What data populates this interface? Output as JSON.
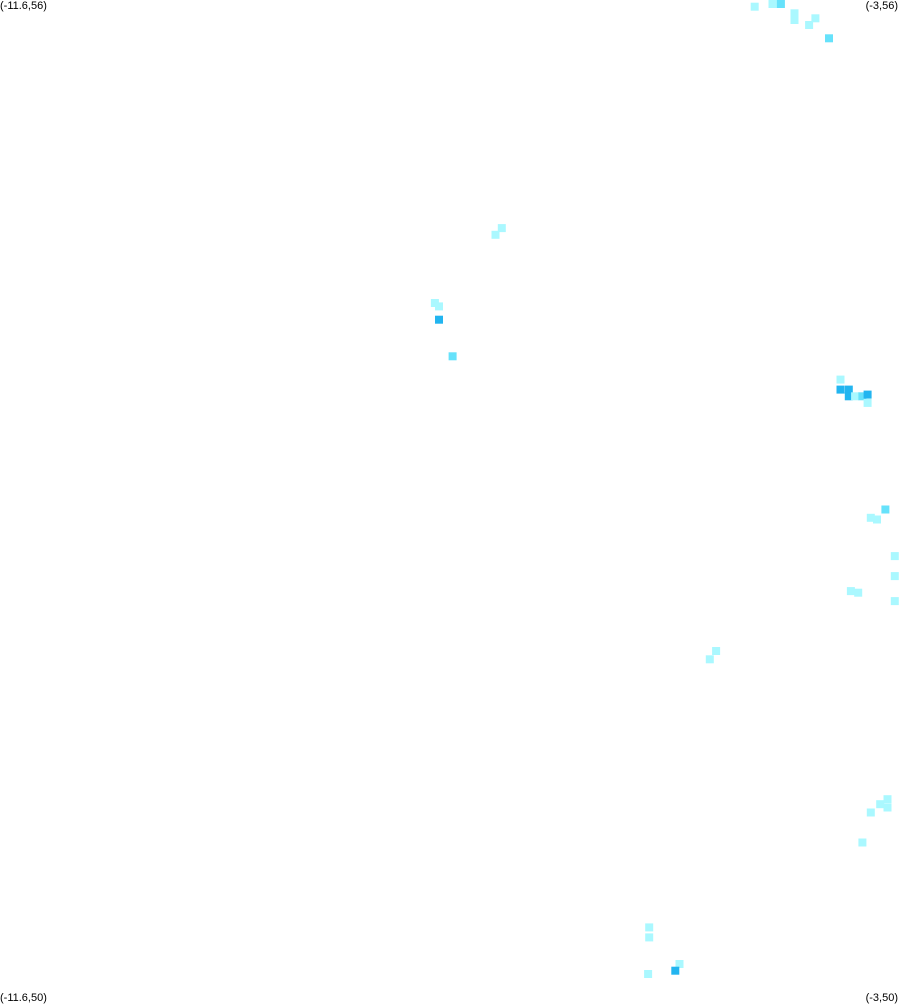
{
  "corners": {
    "top_left": "(-11.6,56)",
    "top_right": "(-3,56)",
    "bottom_left": "(-11.6,50)",
    "bottom_right": "(-3,50)"
  },
  "extent": {
    "lon_min": -11.6,
    "lon_max": -3,
    "lat_min": 50,
    "lat_max": 56
  },
  "colors": {
    "light": "#aaf8ff",
    "mid": "#66e2fb",
    "dark": "#22b5f0",
    "background": "#ffffff"
  },
  "cells": [
    {
      "lon": -4.38,
      "lat": 55.96,
      "level": "light"
    },
    {
      "lon": -4.21,
      "lat": 55.99,
      "level": "light"
    },
    {
      "lon": -4.17,
      "lat": 55.99,
      "level": "light"
    },
    {
      "lon": -4.13,
      "lat": 55.99,
      "level": "mid"
    },
    {
      "lon": -4.0,
      "lat": 55.92,
      "level": "light"
    },
    {
      "lon": -4.0,
      "lat": 55.88,
      "level": "light"
    },
    {
      "lon": -3.8,
      "lat": 55.89,
      "level": "light"
    },
    {
      "lon": -3.86,
      "lat": 55.85,
      "level": "light"
    },
    {
      "lon": -3.67,
      "lat": 55.77,
      "level": "mid"
    },
    {
      "lon": -6.8,
      "lat": 54.63,
      "level": "light"
    },
    {
      "lon": -6.86,
      "lat": 54.59,
      "level": "light"
    },
    {
      "lon": -7.44,
      "lat": 54.18,
      "level": "light"
    },
    {
      "lon": -7.4,
      "lat": 54.16,
      "level": "light"
    },
    {
      "lon": -7.4,
      "lat": 54.08,
      "level": "dark"
    },
    {
      "lon": -7.27,
      "lat": 53.86,
      "level": "mid"
    },
    {
      "lon": -3.56,
      "lat": 53.72,
      "level": "light"
    },
    {
      "lon": -3.56,
      "lat": 53.66,
      "level": "dark"
    },
    {
      "lon": -3.48,
      "lat": 53.66,
      "level": "dark"
    },
    {
      "lon": -3.48,
      "lat": 53.62,
      "level": "dark"
    },
    {
      "lon": -3.42,
      "lat": 53.62,
      "level": "light"
    },
    {
      "lon": -3.35,
      "lat": 53.62,
      "level": "mid"
    },
    {
      "lon": -3.3,
      "lat": 53.63,
      "level": "dark"
    },
    {
      "lon": -3.3,
      "lat": 53.58,
      "level": "light"
    },
    {
      "lon": -3.13,
      "lat": 52.94,
      "level": "mid"
    },
    {
      "lon": -3.21,
      "lat": 52.88,
      "level": "light"
    },
    {
      "lon": -3.27,
      "lat": 52.89,
      "level": "light"
    },
    {
      "lon": -3.04,
      "lat": 52.66,
      "level": "light"
    },
    {
      "lon": -3.04,
      "lat": 52.54,
      "level": "light"
    },
    {
      "lon": -3.39,
      "lat": 52.44,
      "level": "light"
    },
    {
      "lon": -3.46,
      "lat": 52.45,
      "level": "light"
    },
    {
      "lon": -3.04,
      "lat": 52.39,
      "level": "light"
    },
    {
      "lon": -4.75,
      "lat": 52.09,
      "level": "light"
    },
    {
      "lon": -4.81,
      "lat": 52.04,
      "level": "light"
    },
    {
      "lon": -3.11,
      "lat": 51.2,
      "level": "light"
    },
    {
      "lon": -3.18,
      "lat": 51.17,
      "level": "light"
    },
    {
      "lon": -3.11,
      "lat": 51.15,
      "level": "light"
    },
    {
      "lon": -3.27,
      "lat": 51.12,
      "level": "light"
    },
    {
      "lon": -3.35,
      "lat": 50.94,
      "level": "light"
    },
    {
      "lon": -5.39,
      "lat": 50.43,
      "level": "light"
    },
    {
      "lon": -5.39,
      "lat": 50.37,
      "level": "light"
    },
    {
      "lon": -5.1,
      "lat": 50.21,
      "level": "light"
    },
    {
      "lon": -5.14,
      "lat": 50.17,
      "level": "dark"
    },
    {
      "lon": -5.4,
      "lat": 50.15,
      "level": "light"
    }
  ]
}
